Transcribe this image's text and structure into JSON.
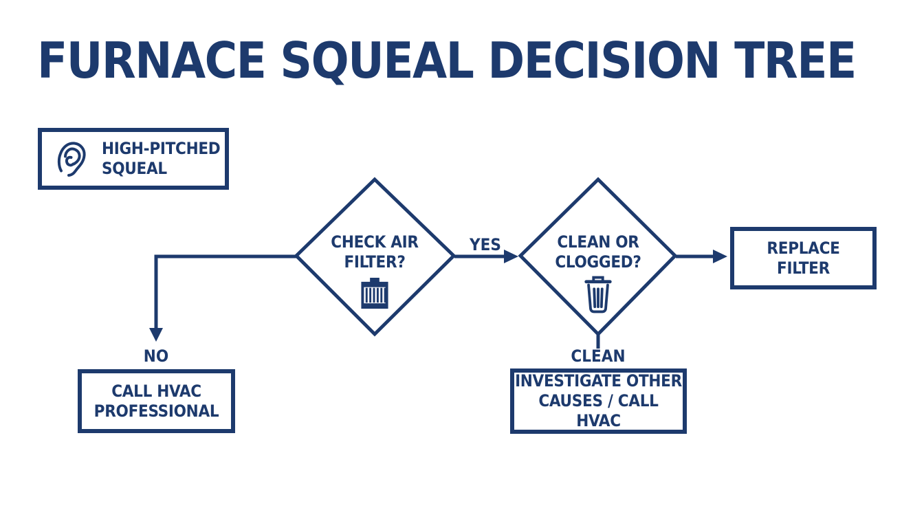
{
  "title": "FURNACE SQUEAL DECISION TREE",
  "colors": {
    "ink": "#1d3a6d",
    "background": "#ffffff"
  },
  "nodes": {
    "symptom": {
      "line1": "HIGH-PITCHED",
      "line2": "SQUEAL",
      "icon": "ear-icon"
    },
    "check_filter": {
      "line1": "CHECK AIR",
      "line2": "FILTER?",
      "icon": "air-filter-icon"
    },
    "clean_or_clogged": {
      "line1": "CLEAN OR",
      "line2": "CLOGGED?",
      "icon": "trash-icon"
    },
    "replace_filter": {
      "line1": "REPLACE",
      "line2": "FILTER"
    },
    "call_professional": {
      "line1": "CALL HVAC",
      "line2": "PROFESSIONAL"
    },
    "investigate": {
      "line1": "INVESTIGATE OTHER",
      "line2": "CAUSES / CALL HVAC"
    }
  },
  "edge_labels": {
    "yes": "YES",
    "no": "NO",
    "clean": "CLEAN"
  }
}
